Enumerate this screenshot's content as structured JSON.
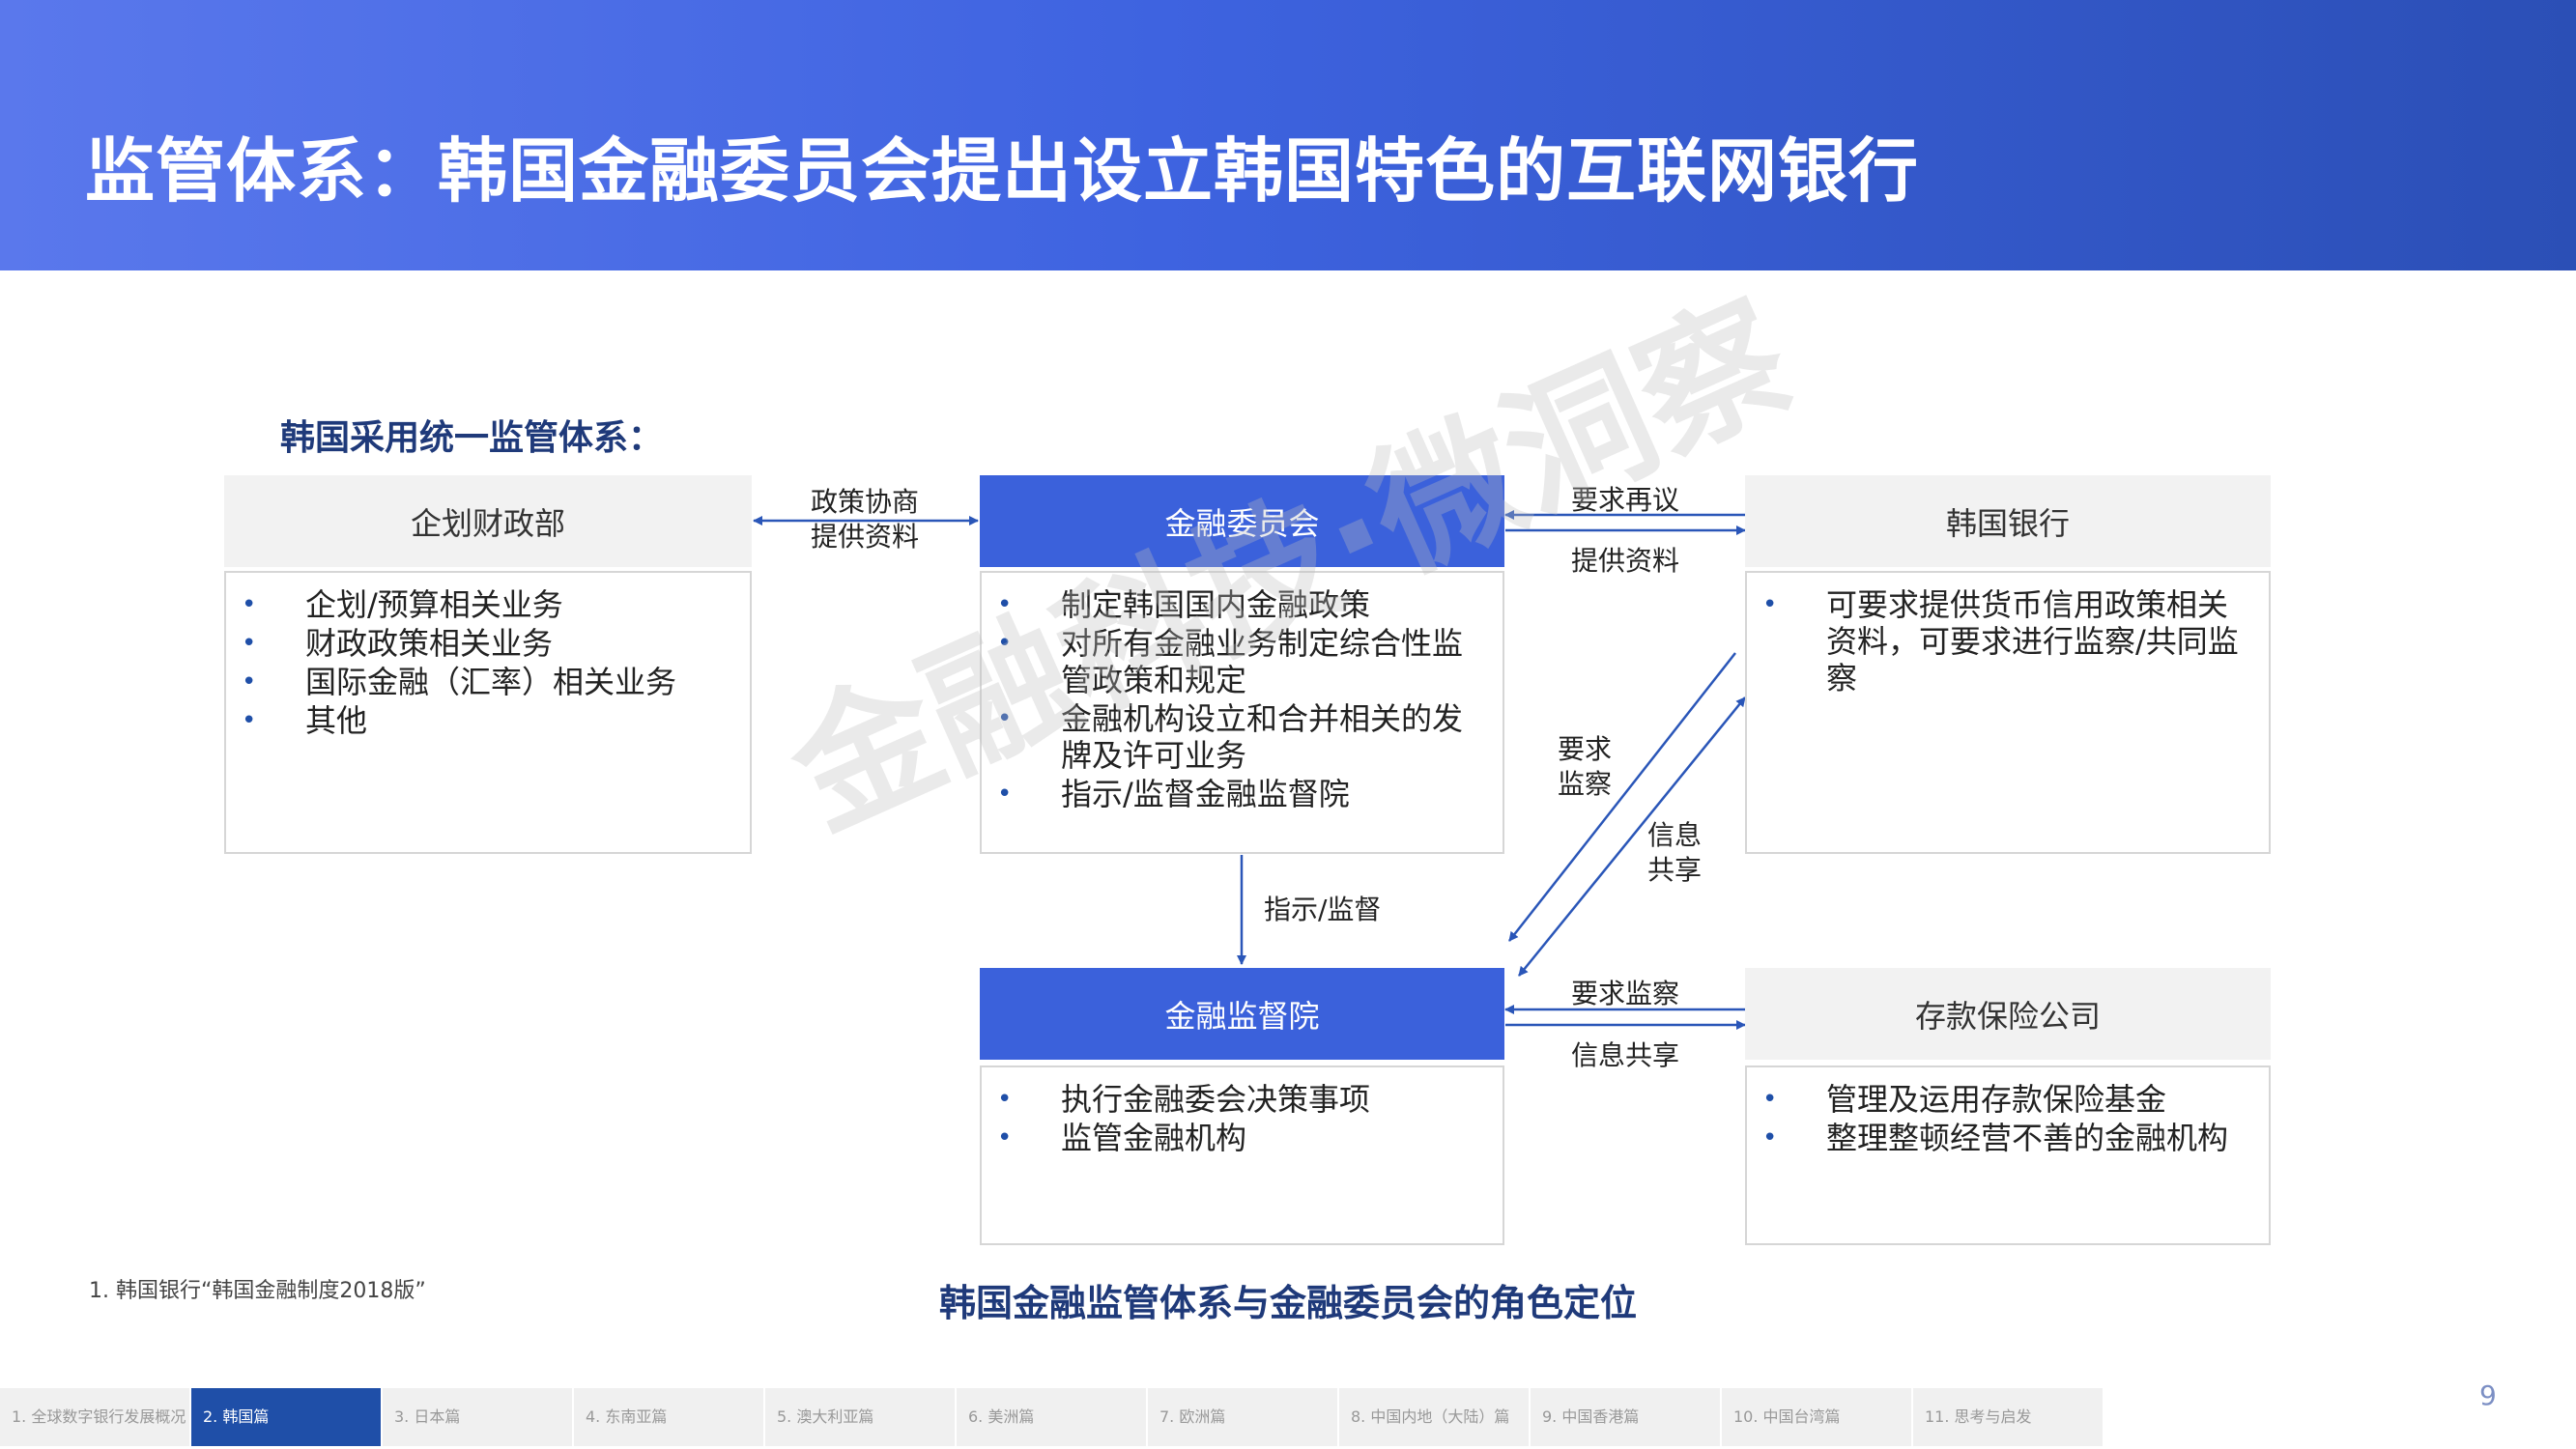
{
  "header": {
    "title": "监管体系：韩国金融委员会提出设立韩国特色的互联网银行"
  },
  "diagram": {
    "subtitle": "韩国采用统一监管体系：",
    "caption": "韩国金融监管体系与金融委员会的角色定位",
    "nodes": {
      "mosf": {
        "label": "企划财政部",
        "items": [
          "企划/预算相关业务",
          "财政政策相关业务",
          "国际金融（汇率）相关业务",
          "其他"
        ]
      },
      "fsc": {
        "label": "金融委员会",
        "items": [
          "制定韩国国内金融政策",
          "对所有金融业务制定综合性监管政策和规定",
          "金融机构设立和合并相关的发牌及许可业务",
          "指示/监督金融监督院"
        ]
      },
      "bok": {
        "label": "韩国银行",
        "items": [
          "可要求提供货币信用政策相关资料，可要求进行监察/共同监察"
        ]
      },
      "fss": {
        "label": "金融监督院",
        "items": [
          "执行金融委会决策事项",
          "监管金融机构"
        ]
      },
      "kdic": {
        "label": "存款保险公司",
        "items": [
          "管理及运用存款保险基金",
          "整理整顿经营不善的金融机构"
        ]
      }
    },
    "edges": {
      "mosf_fsc": {
        "line1": "政策协商",
        "line2": "提供资料"
      },
      "fsc_bok": {
        "top": "要求再议",
        "bottom": "提供资料"
      },
      "fsc_fss": {
        "label": "指示/监督"
      },
      "bok_fss_request": {
        "line1": "要求",
        "line2": "监察"
      },
      "bok_fss_share": {
        "line1": "信息",
        "line2": "共享"
      },
      "fss_kdic": {
        "top": "要求监察",
        "bottom": "信息共享"
      }
    },
    "watermark": "金融科技·微洞察"
  },
  "footnote": "1. 韩国银行“韩国金融制度2018版”",
  "nav": {
    "items": [
      "1. 全球数字银行发展概况",
      "2. 韩国篇",
      "3. 日本篇",
      "4. 东南亚篇",
      "5. 澳大利亚篇",
      "6. 美洲篇",
      "7. 欧洲篇",
      "8. 中国内地（大陆）篇",
      "9. 中国香港篇",
      "10. 中国台湾篇",
      "11. 思考与启发"
    ],
    "active_index": 1
  },
  "page_number": "9",
  "colors": {
    "accent": "#3b61db",
    "arrow": "#2a56b8",
    "header_dark": "#2b4fb6",
    "box_grey": "#f2f2f2"
  }
}
